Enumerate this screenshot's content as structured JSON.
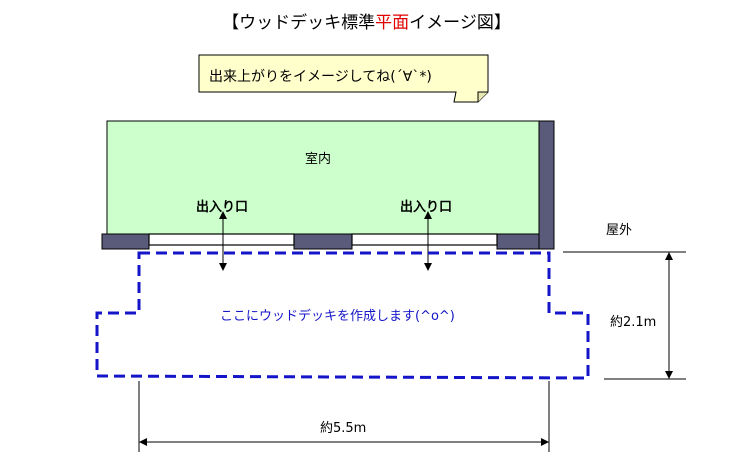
{
  "title": {
    "open_bracket": "【",
    "part1": "ウッドデッキ標準",
    "part2_red": "平面",
    "part3": "イメージ図",
    "close_bracket": "】"
  },
  "callout": {
    "text": "出来上がりをイメージしてね(´∀`*)"
  },
  "room": {
    "label": "室内"
  },
  "doors": [
    {
      "label": "出入り口"
    },
    {
      "label": "出入り口"
    }
  ],
  "outside_label": "屋外",
  "deck": {
    "label": "ここにウッドデッキを作成します(^o^)"
  },
  "dimensions": {
    "depth": "約2.1m",
    "width": "約5.5m"
  },
  "colors": {
    "room_fill": "#ccffcc",
    "wall": "#5a5a7a",
    "callout_fill": "#ffffcc",
    "deck_outline": "#1414c8",
    "title_highlight": "#e00000"
  }
}
